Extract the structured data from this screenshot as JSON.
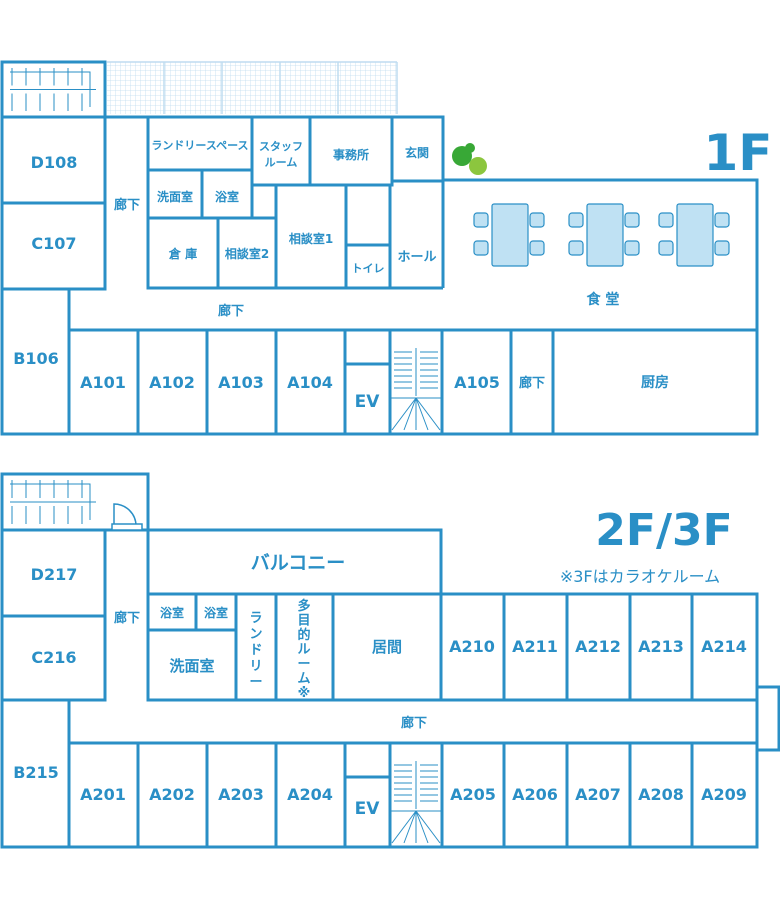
{
  "colors": {
    "wall": "#2a8fc6",
    "text": "#2a8fc6",
    "fill": "#ffffff",
    "grid": "#bfdcf0",
    "table": "#bfe1f3",
    "plant_dark": "#38a836",
    "plant_light": "#8cc63e"
  },
  "floor1": {
    "label": "1F",
    "rooms": {
      "d108": "D108",
      "c107": "C107",
      "b106": "B106",
      "a101": "A101",
      "a102": "A102",
      "a103": "A103",
      "a104": "A104",
      "a105": "A105",
      "ev": "EV",
      "corridor_v": "廊下",
      "corridor_h": "廊下",
      "corridor_east": "廊下",
      "laundry": "ランドリースペース",
      "staff_line1": "スタッフ",
      "staff_line2": "ルーム",
      "office": "事務所",
      "entrance": "玄関",
      "washroom": "洗面室",
      "bath": "浴室",
      "storage": "倉 庫",
      "consult2": "相談室2",
      "consult1": "相談室1",
      "toilet": "トイレ",
      "hall": "ホール",
      "dining": "食 堂",
      "kitchen": "厨房"
    }
  },
  "floor2": {
    "label": "2F/3F",
    "note": "※3Fはカラオケルーム",
    "rooms": {
      "d217": "D217",
      "c216": "C216",
      "b215": "B215",
      "a201": "A201",
      "a202": "A202",
      "a203": "A203",
      "a204": "A204",
      "a205": "A205",
      "a206": "A206",
      "a207": "A207",
      "a208": "A208",
      "a209": "A209",
      "a210": "A210",
      "a211": "A211",
      "a212": "A212",
      "a213": "A213",
      "a214": "A214",
      "ev": "EV",
      "balcony": "バルコニー",
      "bath1": "浴室",
      "bath2": "浴室",
      "washroom": "洗面室",
      "laundry_v": [
        "ラ",
        "ン",
        "ド",
        "リ",
        "ー"
      ],
      "multi_v": [
        "多",
        "目",
        "的",
        "ル",
        "ー",
        "ム",
        "※"
      ],
      "living": "居間",
      "corridor_v": "廊下",
      "corridor_h": "廊下"
    }
  }
}
